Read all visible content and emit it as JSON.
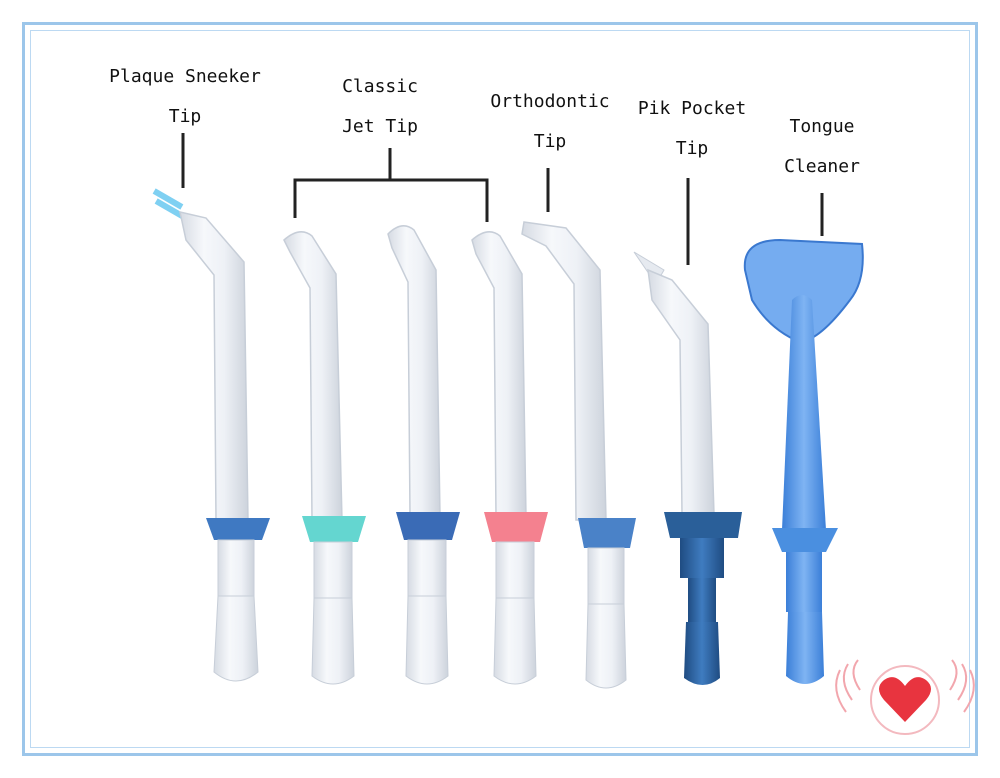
{
  "labels": {
    "plaque_sneeker": {
      "line1": "Plaque Sneeker",
      "line2": "Tip"
    },
    "classic_jet": {
      "line1": "Classic",
      "line2": "Jet Tip"
    },
    "orthodontic": {
      "line1": "Orthodontic",
      "line2": "Tip"
    },
    "pik_pocket": {
      "line1": "Pik Pocket",
      "line2": "Tip"
    },
    "tongue_cleaner": {
      "line1": "Tongue",
      "line2": "Cleaner"
    }
  },
  "colors": {
    "frame_border": "#9cc6ea",
    "tip_body": "#e9edf3",
    "tip_outline": "#c7ced8",
    "ring_blue": "#3f79c2",
    "ring_teal": "#64d6d0",
    "ring_navy": "#3a6bb6",
    "ring_pink": "#f4818f",
    "ring_royal": "#4a82c8",
    "pik_pocket_body": "#2a5f99",
    "tongue_cleaner_body": "#4a8fe0",
    "logo_heart": "#e8343f"
  },
  "icons": {
    "logo": "winged-heart-icon"
  }
}
